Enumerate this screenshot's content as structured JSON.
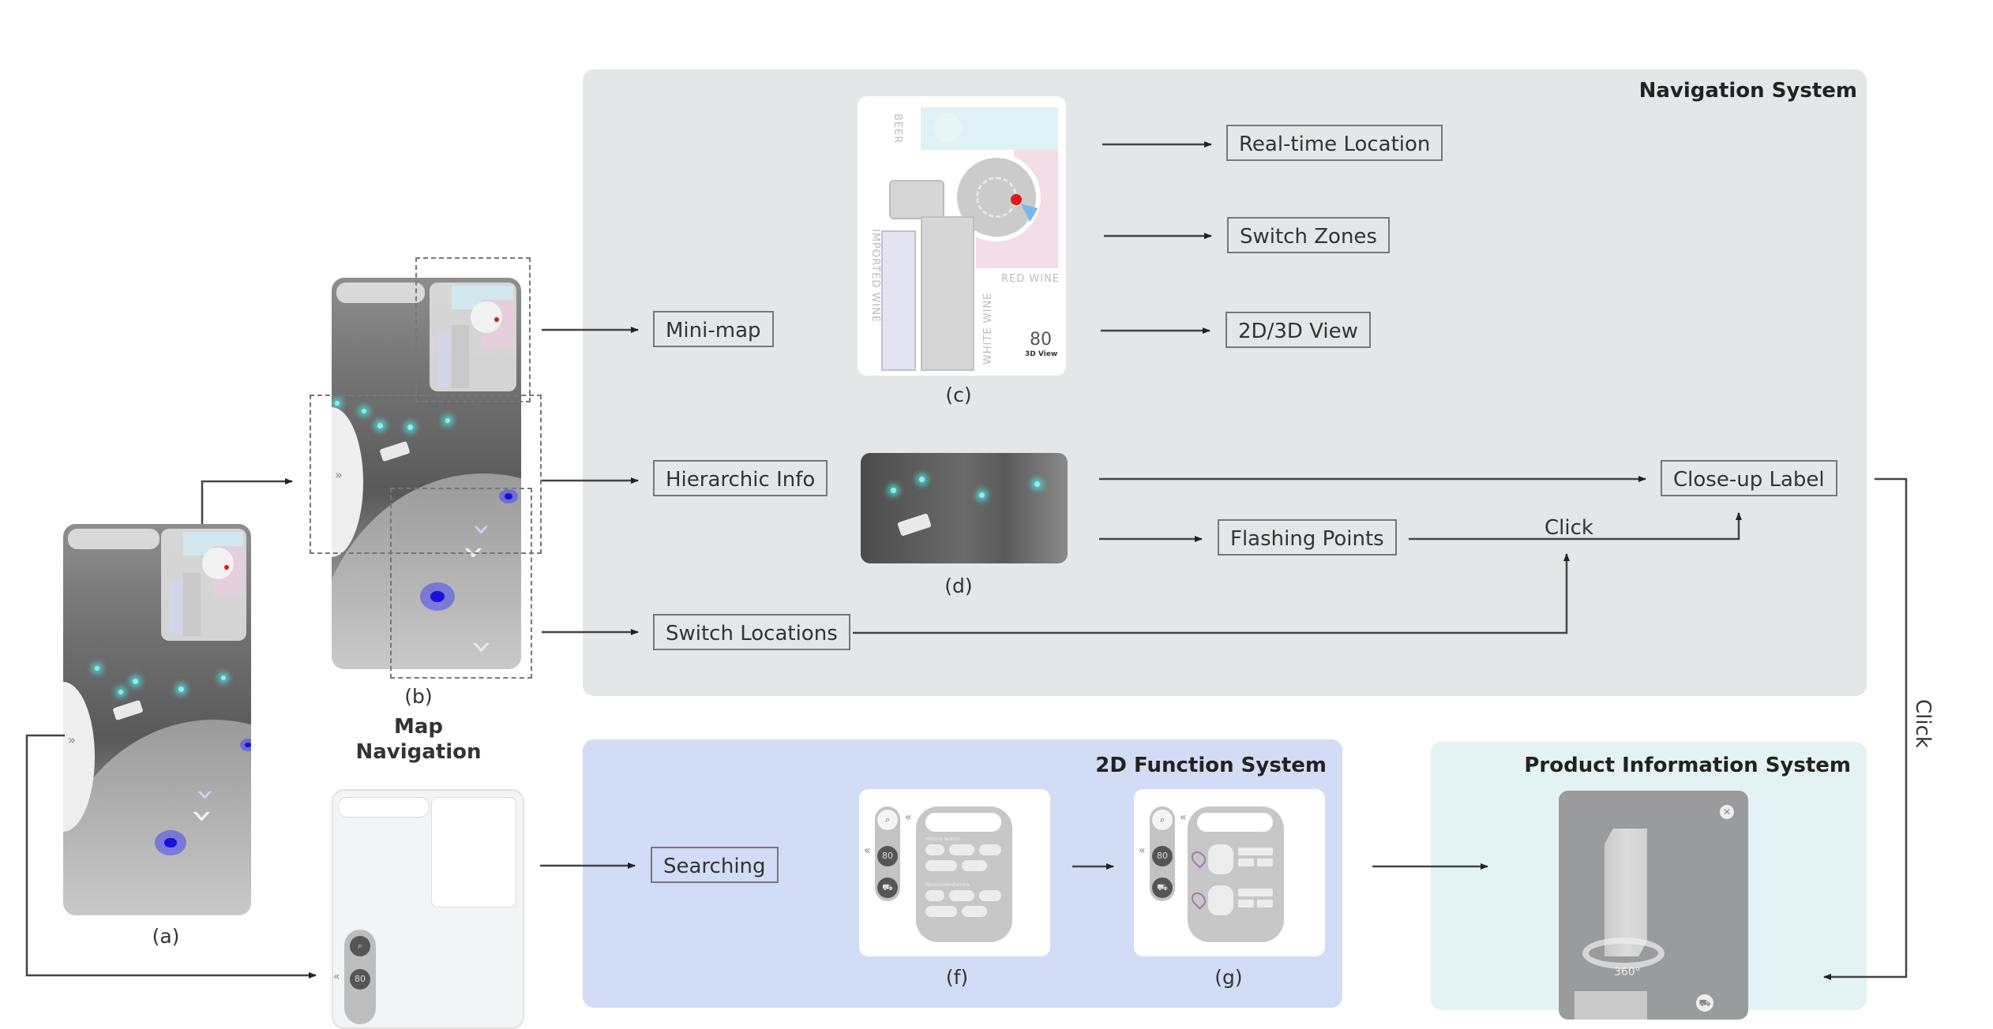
{
  "panels": {
    "navigation": {
      "title": "Navigation System",
      "color": "#e5e6e8"
    },
    "function2d": {
      "title": "2D Function System",
      "color": "#d2dcf5"
    },
    "product": {
      "title": "Product Information System",
      "color": "#e3f2f2"
    }
  },
  "left": {
    "caption_a": "(a)",
    "caption_b": "(b)",
    "map_navigation_line1": "Map",
    "map_navigation_line2": "Navigation"
  },
  "nav_boxes": {
    "minimap": "Mini-map",
    "hierarchic": "Hierarchic Info",
    "switch_locations": "Switch Locations",
    "realtime": "Real-time Location",
    "switch_zones": "Switch Zones",
    "view_2d3d": "2D/3D View",
    "flashing": "Flashing Points",
    "closeup": "Close-up Label",
    "click_label": "Click",
    "click_side_label": "Click"
  },
  "minimap": {
    "caption": "(c)",
    "zones": {
      "beer": "BEER",
      "imported": "IMPORTED WINE",
      "white": "WHITE WINE",
      "red": "RED WINE"
    },
    "view_toggle_glyph": "80",
    "view_toggle_label": "3D View",
    "colors": {
      "beer": "#dff1f4",
      "red": "#f3dde6",
      "imported": "#e3e3f2",
      "location": "#e01818",
      "heading": "#5aa9e6"
    }
  },
  "hierarchic": {
    "caption": "(d)"
  },
  "function2d": {
    "searching": "Searching",
    "caption_f": "(f)",
    "caption_g": "(g)",
    "history_label": "History Search",
    "recommend_label": "Recommendations"
  },
  "product": {
    "rotate_label": "360°"
  }
}
